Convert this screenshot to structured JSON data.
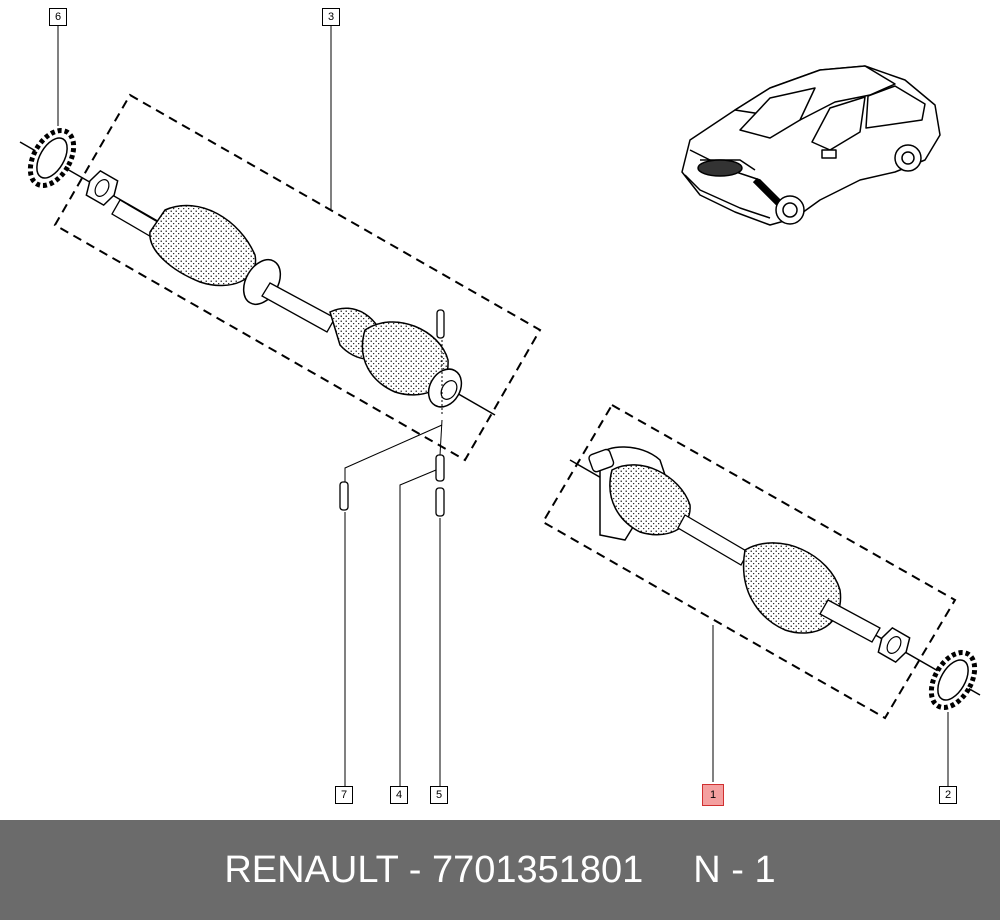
{
  "callouts": {
    "c1": "1",
    "c2": "2",
    "c3": "3",
    "c4": "4",
    "c5": "5",
    "c6": "6",
    "c7": "7"
  },
  "highlight_color": "#f4a0a0",
  "footer": {
    "brand": "RENAULT - 7701351801",
    "note": "N - 1",
    "background": "#6b6b6b"
  }
}
